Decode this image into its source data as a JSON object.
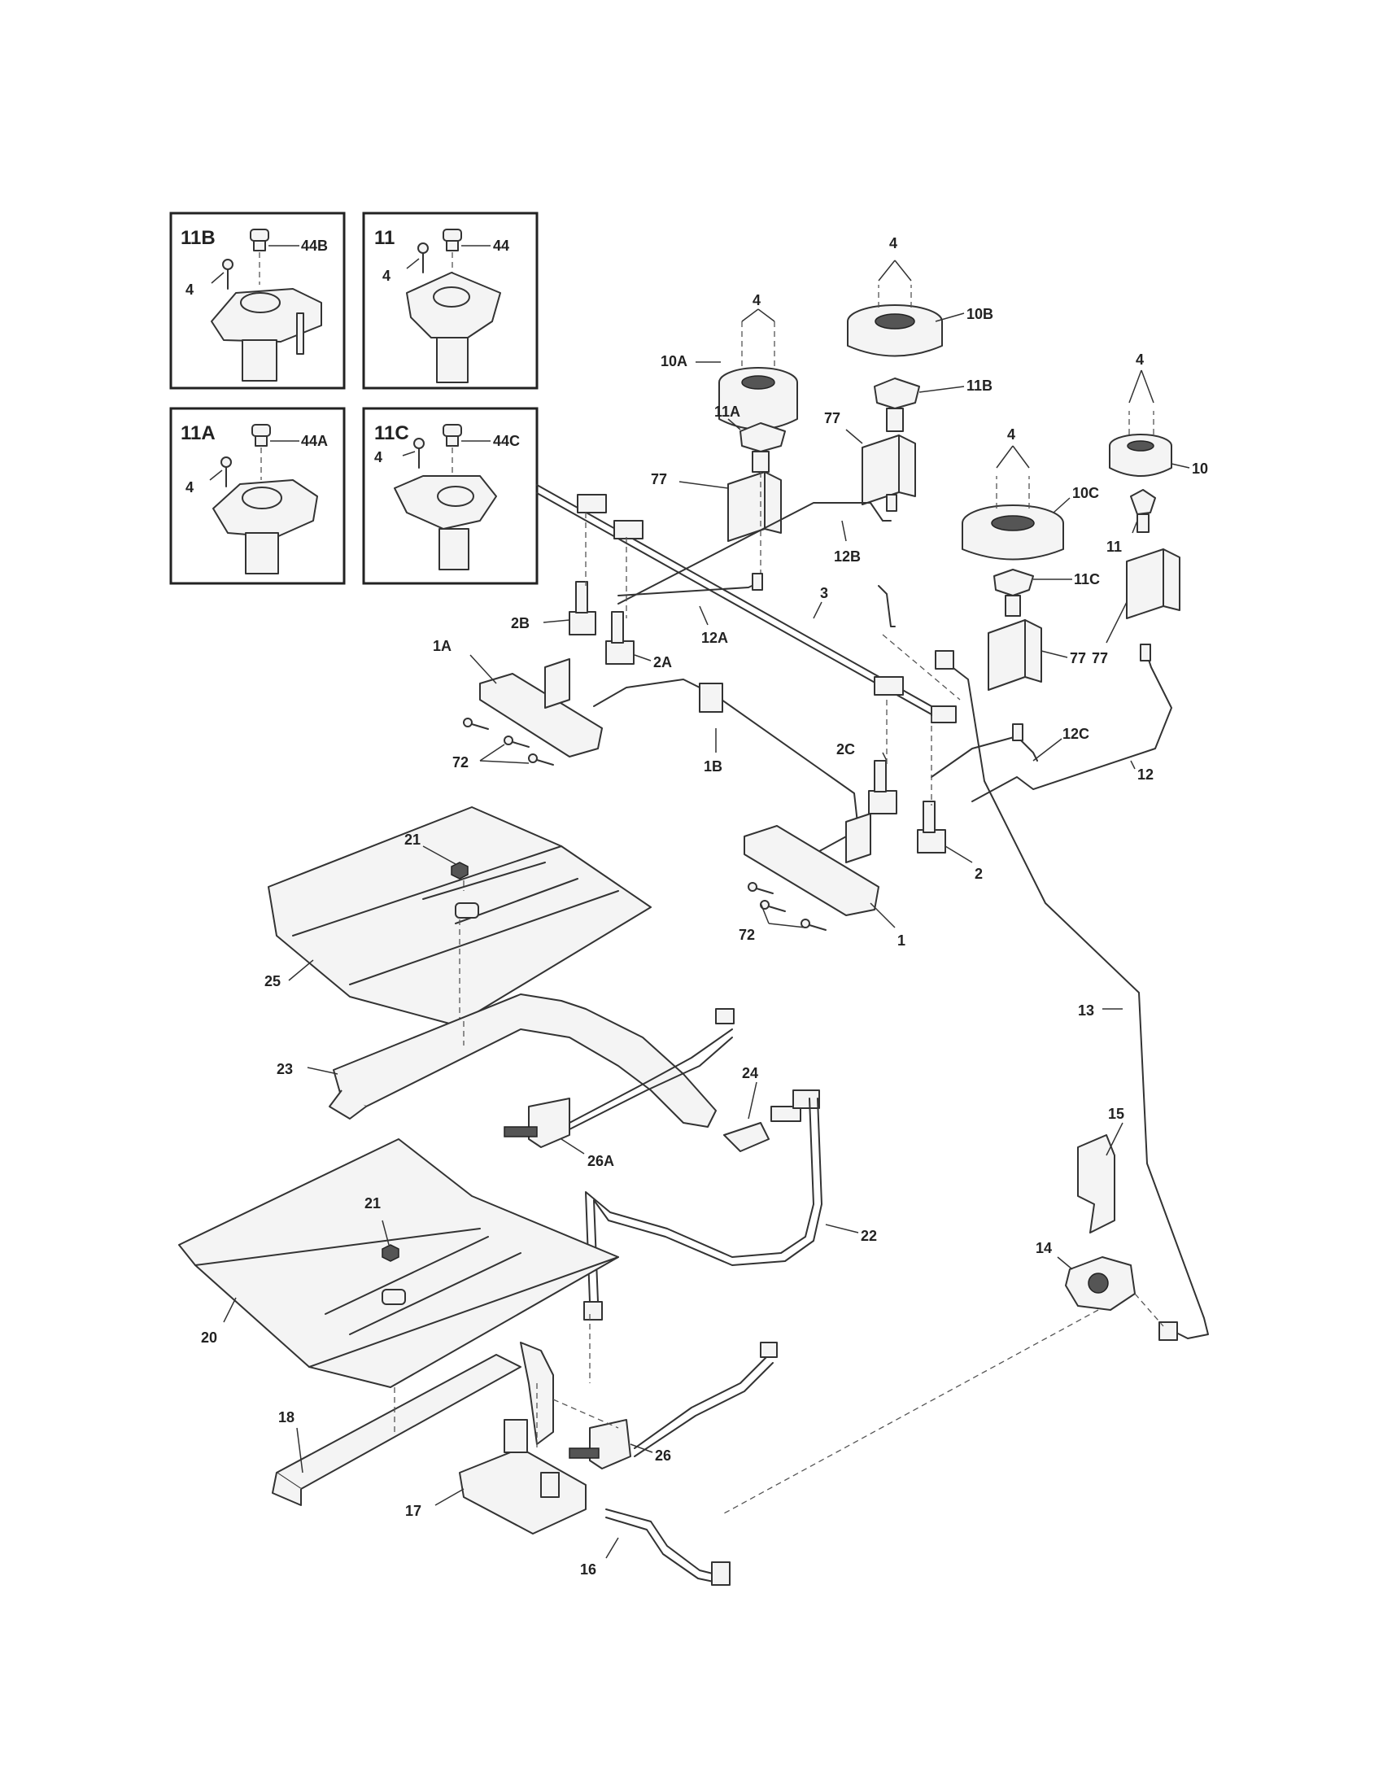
{
  "insets": [
    {
      "title": "11B",
      "cap_label": "44B",
      "screw_label": "4"
    },
    {
      "title": "11",
      "cap_label": "44",
      "screw_label": "4"
    },
    {
      "title": "11A",
      "cap_label": "44A",
      "screw_label": "4"
    },
    {
      "title": "11C",
      "cap_label": "44C",
      "screw_label": "4"
    }
  ],
  "labels": {
    "l4a": "4",
    "l4b": "4",
    "l4c": "4",
    "l4d": "4",
    "l10a": "10A",
    "l10b": "10B",
    "l10c": "10C",
    "l10": "10",
    "l11a": "11A",
    "l11b": "11B",
    "l11c": "11C",
    "l11": "11",
    "l77a": "77",
    "l77b": "77",
    "l77c": "77",
    "l12b": "12B",
    "l12a": "12A",
    "l12c": "12C",
    "l12": "12",
    "l3": "3",
    "l2b": "2B",
    "l2a": "2A",
    "l2c": "2C",
    "l2": "2",
    "l1a": "1A",
    "l1b": "1B",
    "l1": "1",
    "l72a": "72",
    "l72b": "72",
    "l21a": "21",
    "l21b": "21",
    "l25": "25",
    "l23": "23",
    "l24": "24",
    "l26a": "26A",
    "l13": "13",
    "l15": "15",
    "l14": "14",
    "l22": "22",
    "l20": "20",
    "l18": "18",
    "l17": "17",
    "l26": "26",
    "l16": "16"
  }
}
